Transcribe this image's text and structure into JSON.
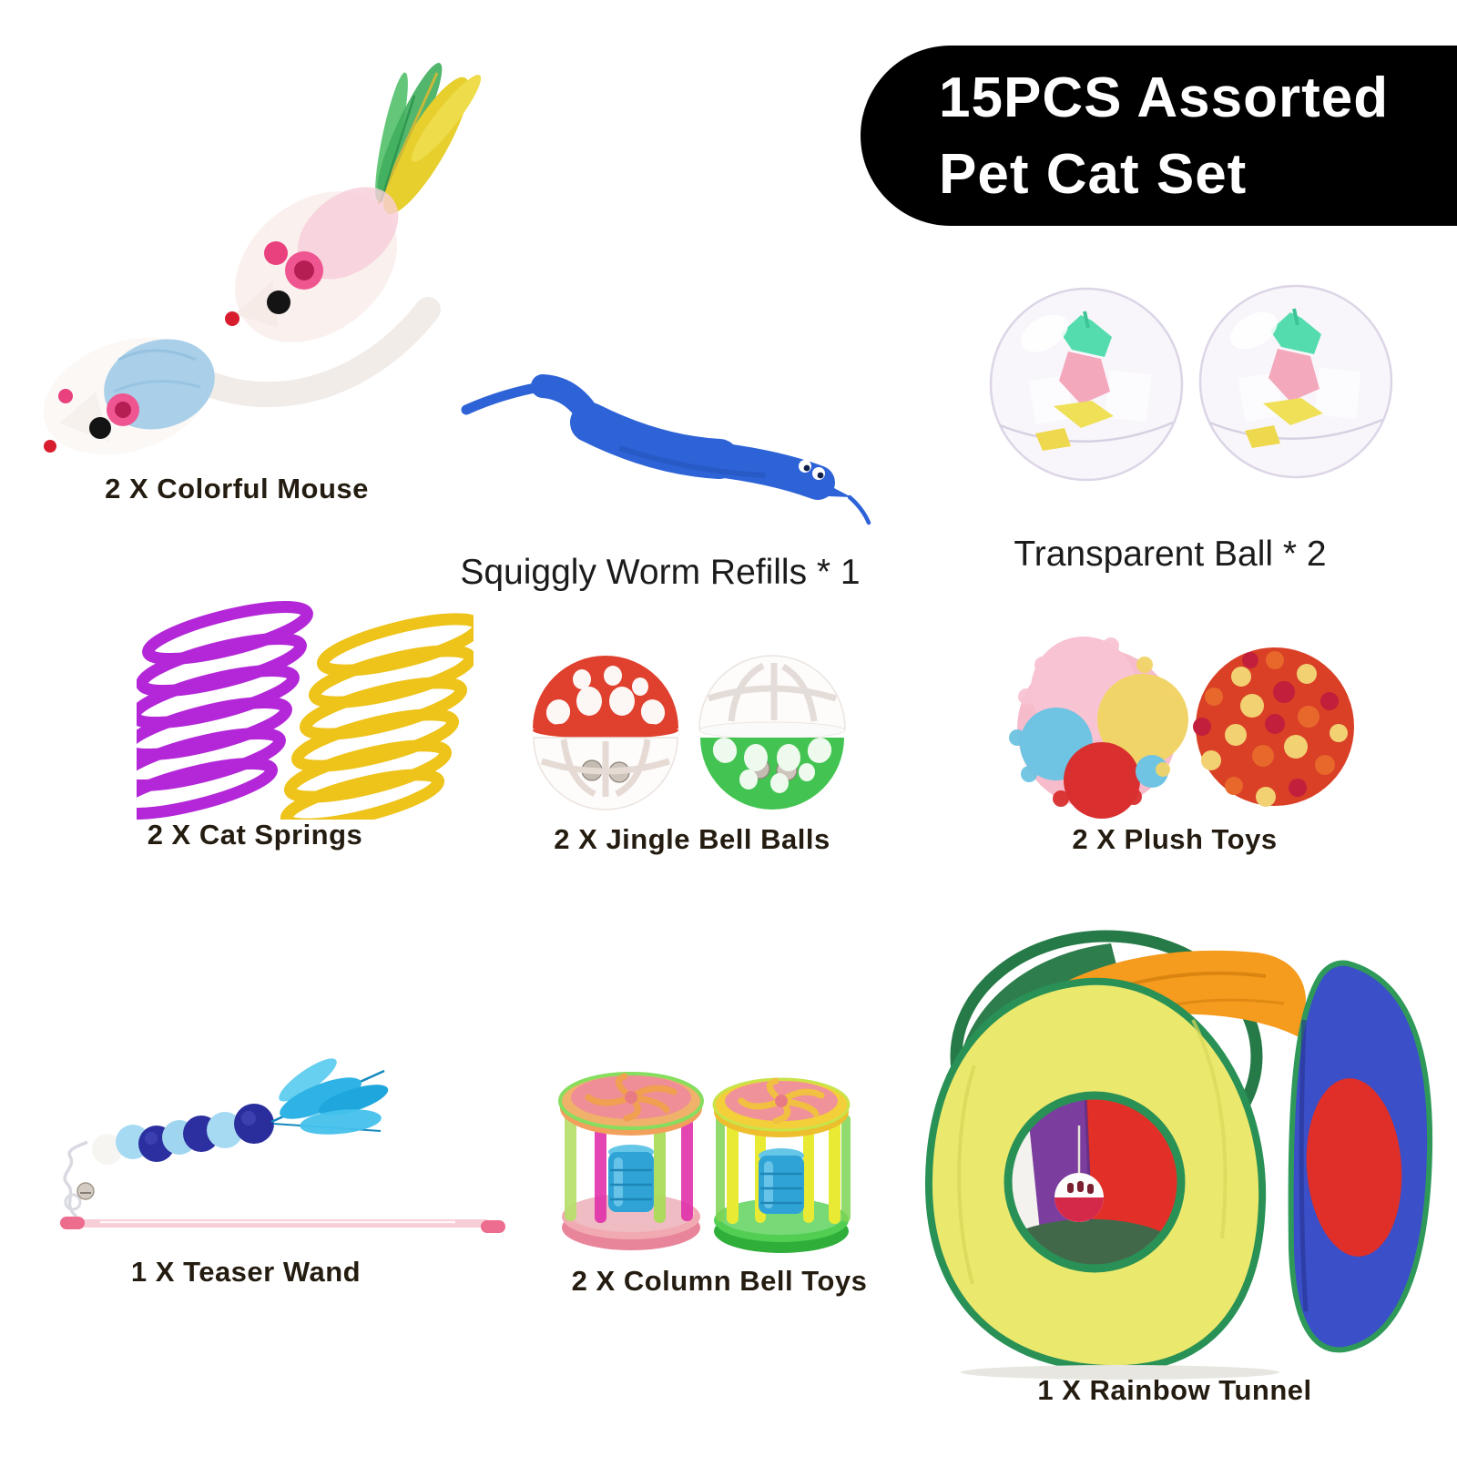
{
  "title": {
    "text": "15PCS Assorted Pet Cat Set",
    "line1": "15PCS Assorted",
    "line2": "Pet Cat Set"
  },
  "items": [
    {
      "name": "colorful-mouse",
      "label": "2 X Colorful Mouse"
    },
    {
      "name": "squiggly-worm-refills",
      "label": "Squiggly Worm Refills * 1"
    },
    {
      "name": "transparent-ball",
      "label": "Transparent Ball * 2"
    },
    {
      "name": "cat-springs",
      "label": "2 X Cat Springs"
    },
    {
      "name": "jingle-bell-balls",
      "label": "2 X Jingle Bell Balls"
    },
    {
      "name": "plush-toys",
      "label": "2 X Plush Toys"
    },
    {
      "name": "teaser-wand",
      "label": "1 X Teaser Wand"
    },
    {
      "name": "column-bell-toys",
      "label": "2 X Column Bell Toys"
    },
    {
      "name": "rainbow-tunnel",
      "label": "1 X Rainbow Tunnel"
    }
  ],
  "palette": {
    "background": "#ffffff",
    "title_bg": "#000000",
    "title_text": "#ffffff",
    "label_text": "#241c10",
    "worm_blue": "#2e63d8",
    "spring_purple": "#b327d8",
    "spring_yellow": "#eec31a",
    "bell_ball_red": "#e0402e",
    "bell_ball_green": "#43c452",
    "tunnel_yellow": "#ebe96d",
    "tunnel_orange": "#f59b1e",
    "tunnel_blue": "#3a4fc8",
    "tunnel_red": "#e23028",
    "tunnel_green_trim": "#2a9156"
  }
}
